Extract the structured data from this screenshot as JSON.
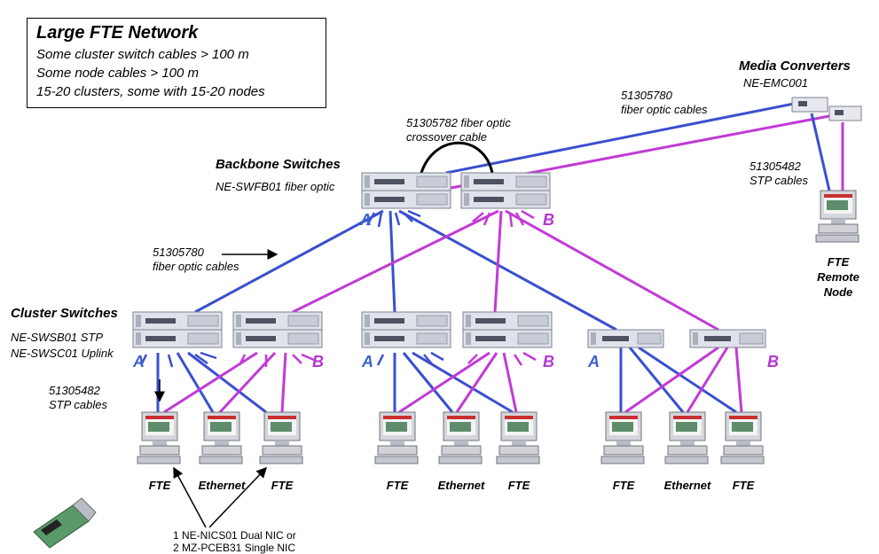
{
  "title_box": {
    "title": "Large FTE Network",
    "lines": [
      "Some cluster switch cables > 100 m",
      "Some node cables > 100 m",
      "15-20 clusters, some with 15-20 nodes"
    ]
  },
  "media_converters": {
    "title": "Media Converters",
    "model": "NE-EMC001"
  },
  "fiber_cables_top": {
    "part": "51305780",
    "desc": "fiber optic cables"
  },
  "crossover": {
    "part": "51305782 fiber optic",
    "desc": "crossover cable"
  },
  "backbone": {
    "title": "Backbone Switches",
    "model": "NE-SWFB01 fiber optic"
  },
  "stp_top": {
    "part": "51305482",
    "desc": "STP cables"
  },
  "remote_node": {
    "line1": "FTE",
    "line2": "Remote",
    "line3": "Node"
  },
  "fiber_cables_left": {
    "part": "51305780",
    "desc": "fiber optic cables"
  },
  "cluster": {
    "title": "Cluster Switches",
    "model1": "NE-SWSB01 STP",
    "model2": "NE-SWSC01 Uplink"
  },
  "stp_left": {
    "part": "51305482",
    "desc": "STP cables"
  },
  "labels": {
    "a": "A",
    "b": "B"
  },
  "node_labels": [
    "FTE",
    "Ethernet",
    "FTE",
    "FTE",
    "Ethernet",
    "FTE",
    "FTE",
    "Ethernet",
    "FTE"
  ],
  "nic": {
    "line1": "1 NE-NICS01 Dual NIC or",
    "line2": "2 MZ-PCEB31 Single NIC"
  },
  "colors": {
    "blue": "#3a4fd0",
    "magenta": "#c23ad6",
    "label_blue": "#3a5fd0",
    "label_magenta": "#b535d0"
  }
}
